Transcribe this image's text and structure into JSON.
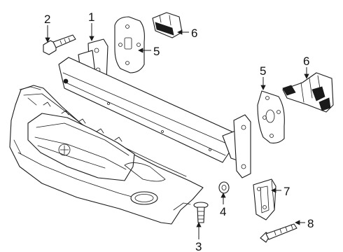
{
  "callouts": [
    {
      "id": "c1",
      "label": "1"
    },
    {
      "id": "c2",
      "label": "2"
    },
    {
      "id": "c3",
      "label": "3"
    },
    {
      "id": "c4",
      "label": "4"
    },
    {
      "id": "c5a",
      "label": "5"
    },
    {
      "id": "c5b",
      "label": "5"
    },
    {
      "id": "c6a",
      "label": "6"
    },
    {
      "id": "c6b",
      "label": "6"
    },
    {
      "id": "c7",
      "label": "7"
    },
    {
      "id": "c8",
      "label": "8"
    }
  ],
  "colors": {
    "line": "#1a1a1a",
    "background": "#ffffff"
  }
}
